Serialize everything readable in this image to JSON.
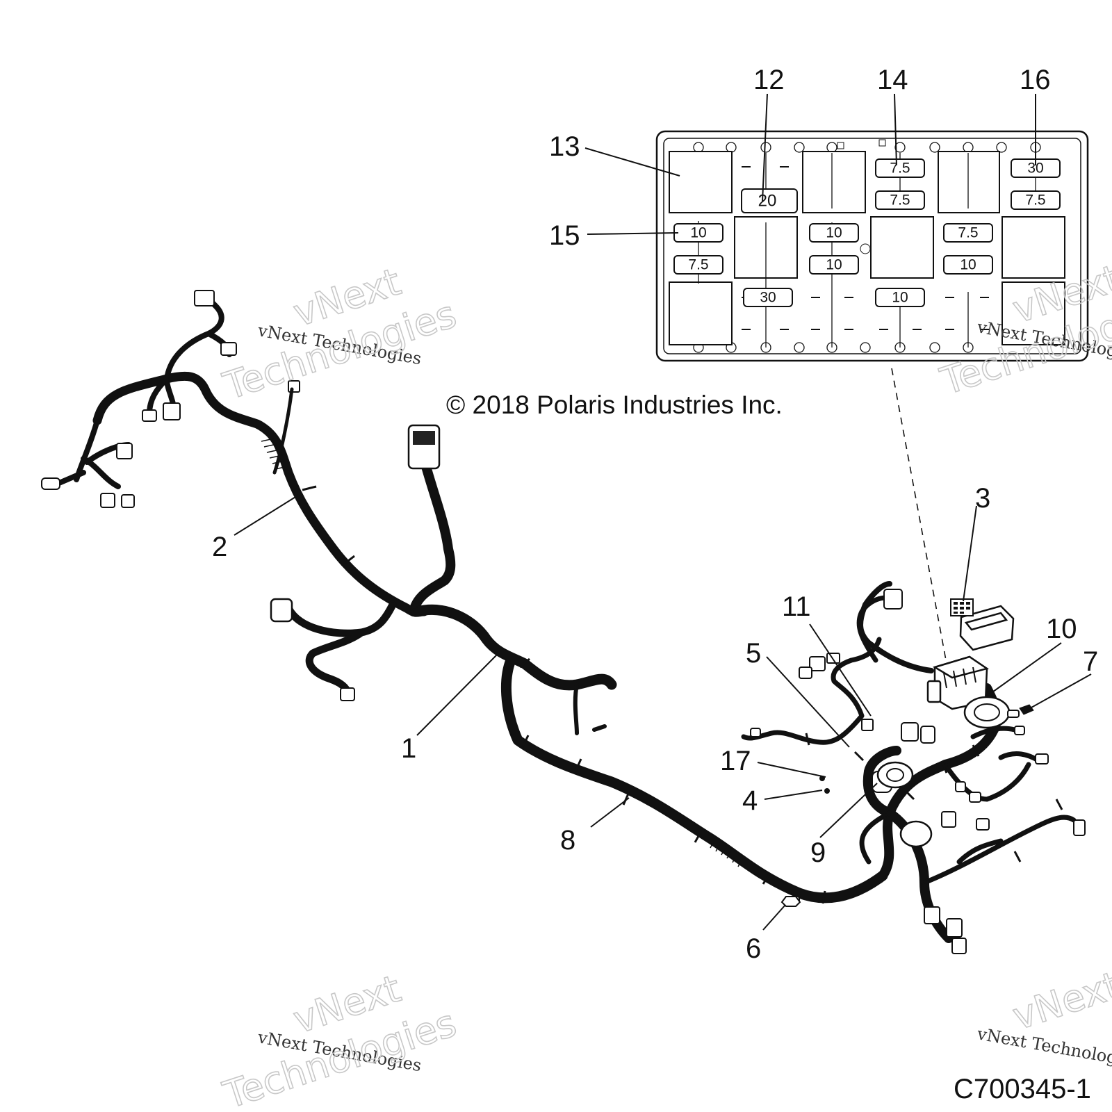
{
  "callouts": [
    {
      "id": "1",
      "text": "1"
    },
    {
      "id": "2",
      "text": "2"
    },
    {
      "id": "3",
      "text": "3"
    },
    {
      "id": "4",
      "text": "4"
    },
    {
      "id": "5",
      "text": "5"
    },
    {
      "id": "6",
      "text": "6"
    },
    {
      "id": "7",
      "text": "7"
    },
    {
      "id": "8",
      "text": "8"
    },
    {
      "id": "9",
      "text": "9"
    },
    {
      "id": "10",
      "text": "10"
    },
    {
      "id": "11",
      "text": "11"
    },
    {
      "id": "12",
      "text": "12"
    },
    {
      "id": "13",
      "text": "13"
    },
    {
      "id": "14",
      "text": "14"
    },
    {
      "id": "15",
      "text": "15"
    },
    {
      "id": "16",
      "text": "16"
    },
    {
      "id": "17",
      "text": "17"
    }
  ],
  "fuse_ratings": [
    "20",
    "7.5",
    "7.5",
    "30",
    "7.5",
    "10",
    "7.5",
    "10",
    "10",
    "7.5",
    "10",
    "30",
    "10"
  ],
  "copyright": "© 2018 Polaris Industries Inc.",
  "figure_number": "C700345-1",
  "watermark": {
    "brand_line": "vNext Technologies",
    "outline_top": "vNext",
    "outline_bottom": "Technologies"
  }
}
